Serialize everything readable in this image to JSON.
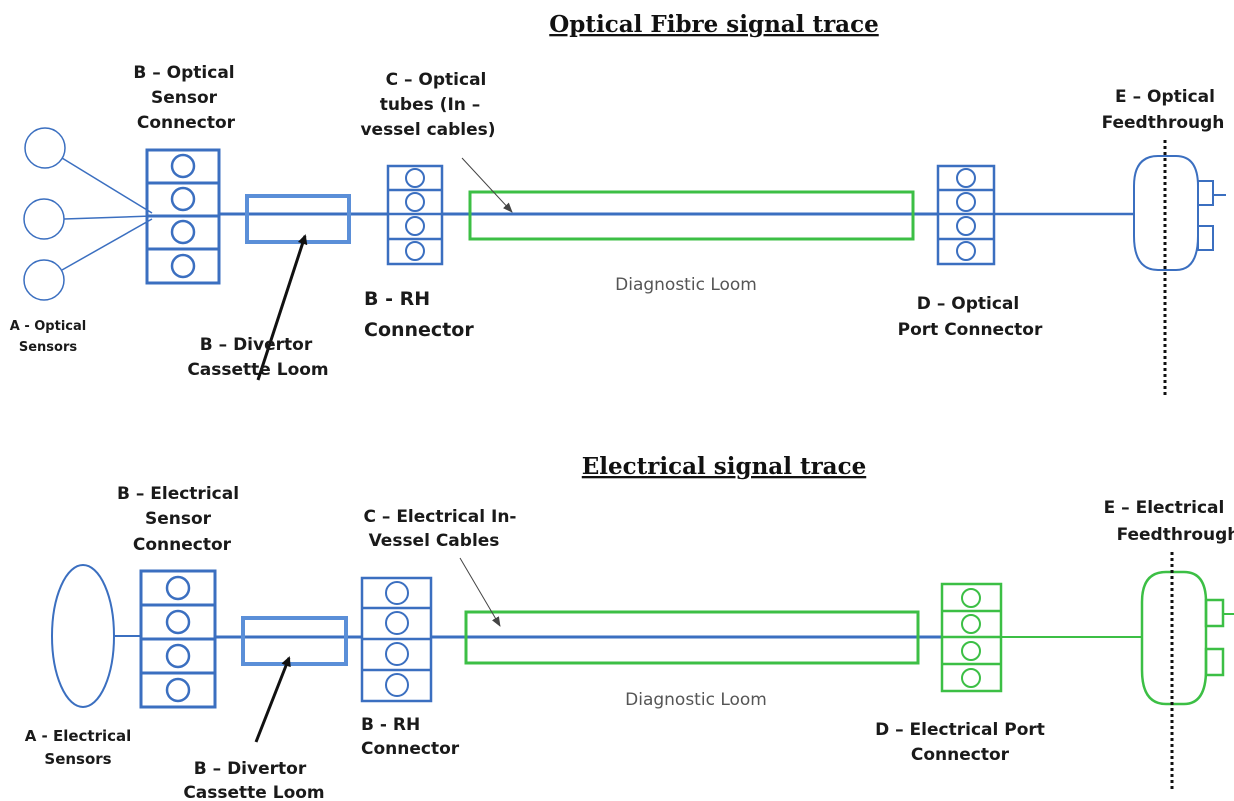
{
  "optical": {
    "title": "Optical Fibre signal trace",
    "sensors_label": [
      "A - Optical",
      "Sensors"
    ],
    "sensor_connector_label": [
      "B – Optical",
      "Sensor",
      "Connector"
    ],
    "divertor_label": [
      "B – Divertor",
      "Cassette Loom"
    ],
    "rh_label": [
      "B - RH",
      "Connector"
    ],
    "tubes_label": [
      "C – Optical",
      "tubes (In –",
      "vessel cables)"
    ],
    "loom_label": "Diagnostic Loom",
    "port_label": [
      "D – Optical",
      "Port Connector"
    ],
    "feedthrough_label": [
      "E – Optical",
      "Feedthrough"
    ]
  },
  "electrical": {
    "title": "Electrical signal trace",
    "sensors_label": [
      "A - Electrical",
      "Sensors"
    ],
    "sensor_connector_label": [
      "B – Electrical",
      "Sensor",
      "Connector"
    ],
    "divertor_label": [
      "B – Divertor",
      "Cassette Loom"
    ],
    "rh_label": [
      "B - RH",
      "Connector"
    ],
    "cables_label": [
      "C – Electrical In-",
      "Vessel Cables"
    ],
    "loom_label": "Diagnostic Loom",
    "port_label": [
      "D – Electrical Port",
      "Connector"
    ],
    "feedthrough_label": [
      "E – Electrical",
      "Feedthrough"
    ]
  },
  "colors": {
    "blue": "#3b6fc0",
    "green": "#3cbf45"
  }
}
